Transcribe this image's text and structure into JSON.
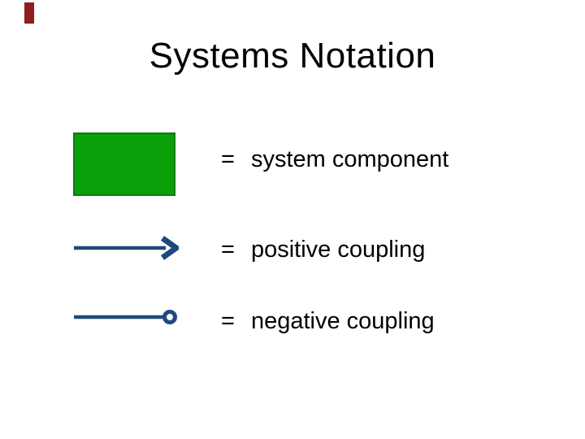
{
  "slide": {
    "title": "Systems Notation",
    "background_color": "#ffffff",
    "marker_color": "#8E1E1E"
  },
  "legend": {
    "equals": "=",
    "items": [
      {
        "symbol": "green-rectangle",
        "label": "system component",
        "fill": "#0AA00A",
        "border": "#0A7A0A"
      },
      {
        "symbol": "arrow-line",
        "label": "positive coupling",
        "color": "#1F497D"
      },
      {
        "symbol": "circle-ended-line",
        "label": "negative coupling",
        "color": "#1F497D"
      }
    ]
  }
}
